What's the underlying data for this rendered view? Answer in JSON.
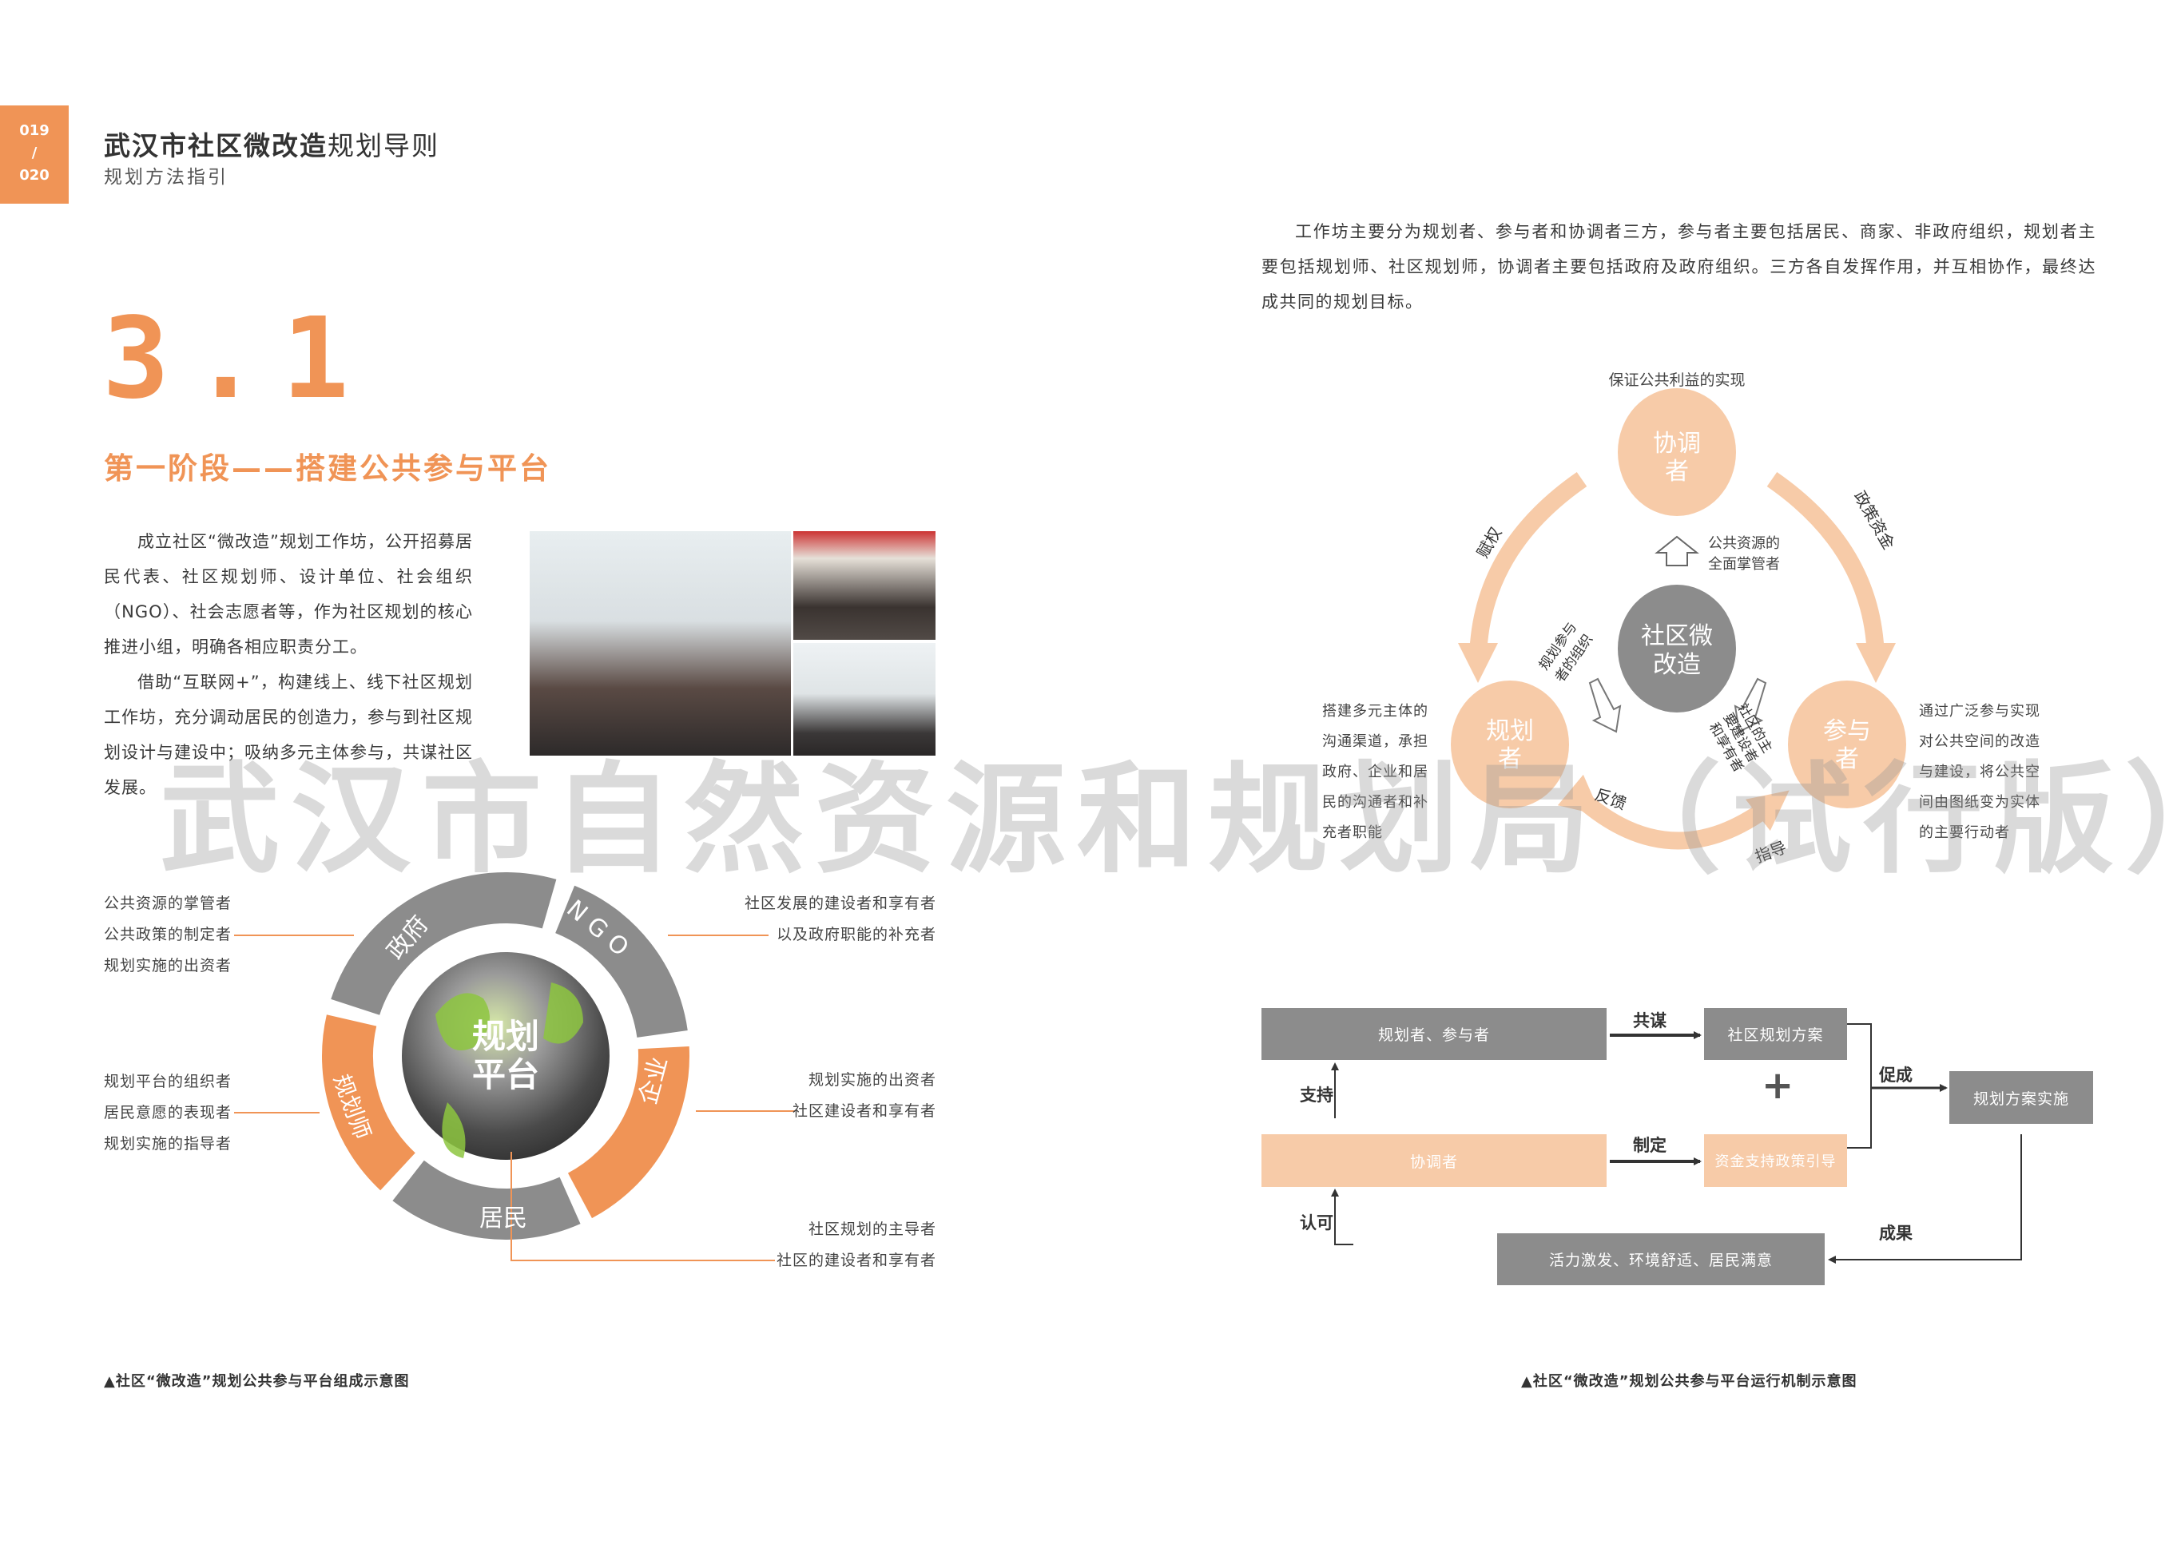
{
  "header": {
    "page_from": "019",
    "page_sep": "/",
    "page_to": "020",
    "title_bold": "武汉市社区微改造",
    "title_light": "规划导则",
    "subtitle": "规划方法指引"
  },
  "section": {
    "number": "3.1",
    "heading": "第一阶段——搭建公共参与平台"
  },
  "left_text": [
    "成立社区“微改造”规划工作坊，公开招募居民代表、社区规划师、设计单位、社会组织（NGO）、社会志愿者等，作为社区规划的核心推进小组，明确各相应职责分工。",
    "借助“互联网+”，构建线上、线下社区规划工作坊，充分调动居民的创造力，参与到社区规划设计与建设中；吸纳多元主体参与，共谋社区发展。"
  ],
  "right_text": "工作坊主要分为规划者、参与者和协调者三方，参与者主要包括居民、商家、非政府组织，规划者主要包括规划师、社区规划师，协调者主要包括政府及政府组织。三方各自发挥作用，并互相协作，最终达成共同的规划目标。",
  "ring_diagram": {
    "center": [
      "规划",
      "平台"
    ],
    "segments": [
      "政府",
      "NGO",
      "企业",
      "居民",
      "规划师"
    ],
    "gov_roles": [
      "公共资源的掌管者",
      "公共政策的制定者",
      "规划实施的出资者"
    ],
    "ngo_roles": [
      "社区发展的建设者和享有者",
      "以及政府职能的补充者"
    ],
    "planner_roles": [
      "规划平台的组织者",
      "居民意愿的表现者",
      "规划实施的指导者"
    ],
    "enterprise_roles": [
      "规划实施的出资者",
      "社区建设者和享有者"
    ],
    "resident_roles": [
      "社区规划的主导者",
      "社区的建设者和享有者"
    ],
    "caption": "▲社区“微改造”规划公共参与平台组成示意图"
  },
  "triangle_diagram": {
    "top_note": "保证公共利益的实现",
    "coordinator": [
      "协调",
      "者"
    ],
    "center": [
      "社区微",
      "改造"
    ],
    "planner": [
      "规划",
      "者"
    ],
    "participant": [
      "参与",
      "者"
    ],
    "empower": "赋权",
    "policy_funds": "政策资金",
    "feedback": "反馈",
    "guide": "指导",
    "resource_note": [
      "公共资源的",
      "全面掌管者"
    ],
    "planner_note": [
      "规划参与",
      "者的组织"
    ],
    "participant_note": [
      "社区的主",
      "要建设者",
      "和享有者"
    ],
    "planner_desc": [
      "搭建多元主体的",
      "沟通渠道，承担",
      "政府、企业和居",
      "民的沟通者和补",
      "充者职能"
    ],
    "participant_desc": [
      "通过广泛参与实现",
      "对公共空间的改造",
      "与建设，将公共空",
      "间由图纸变为实体",
      "的主要行动者"
    ]
  },
  "flowchart": {
    "planners": "规划者、参与者",
    "plan": "社区规划方案",
    "coordinator": "协调者",
    "policy": "资金支持政策引导",
    "implement": "规划方案实施",
    "result": "活力激发、环境舒适、居民满意",
    "co_plan": "共谋",
    "formulate": "制定",
    "support": "支持",
    "promote": "促成",
    "approve": "认可",
    "outcome": "成果",
    "plus": "+",
    "caption": "▲社区“微改造”规划公共参与平台运行机制示意图"
  },
  "watermark": "武汉市自然资源和规划局（试行版）",
  "colors": {
    "accent": "#f09456",
    "peach": "#f7cba8",
    "gray": "#8c8c8c"
  }
}
